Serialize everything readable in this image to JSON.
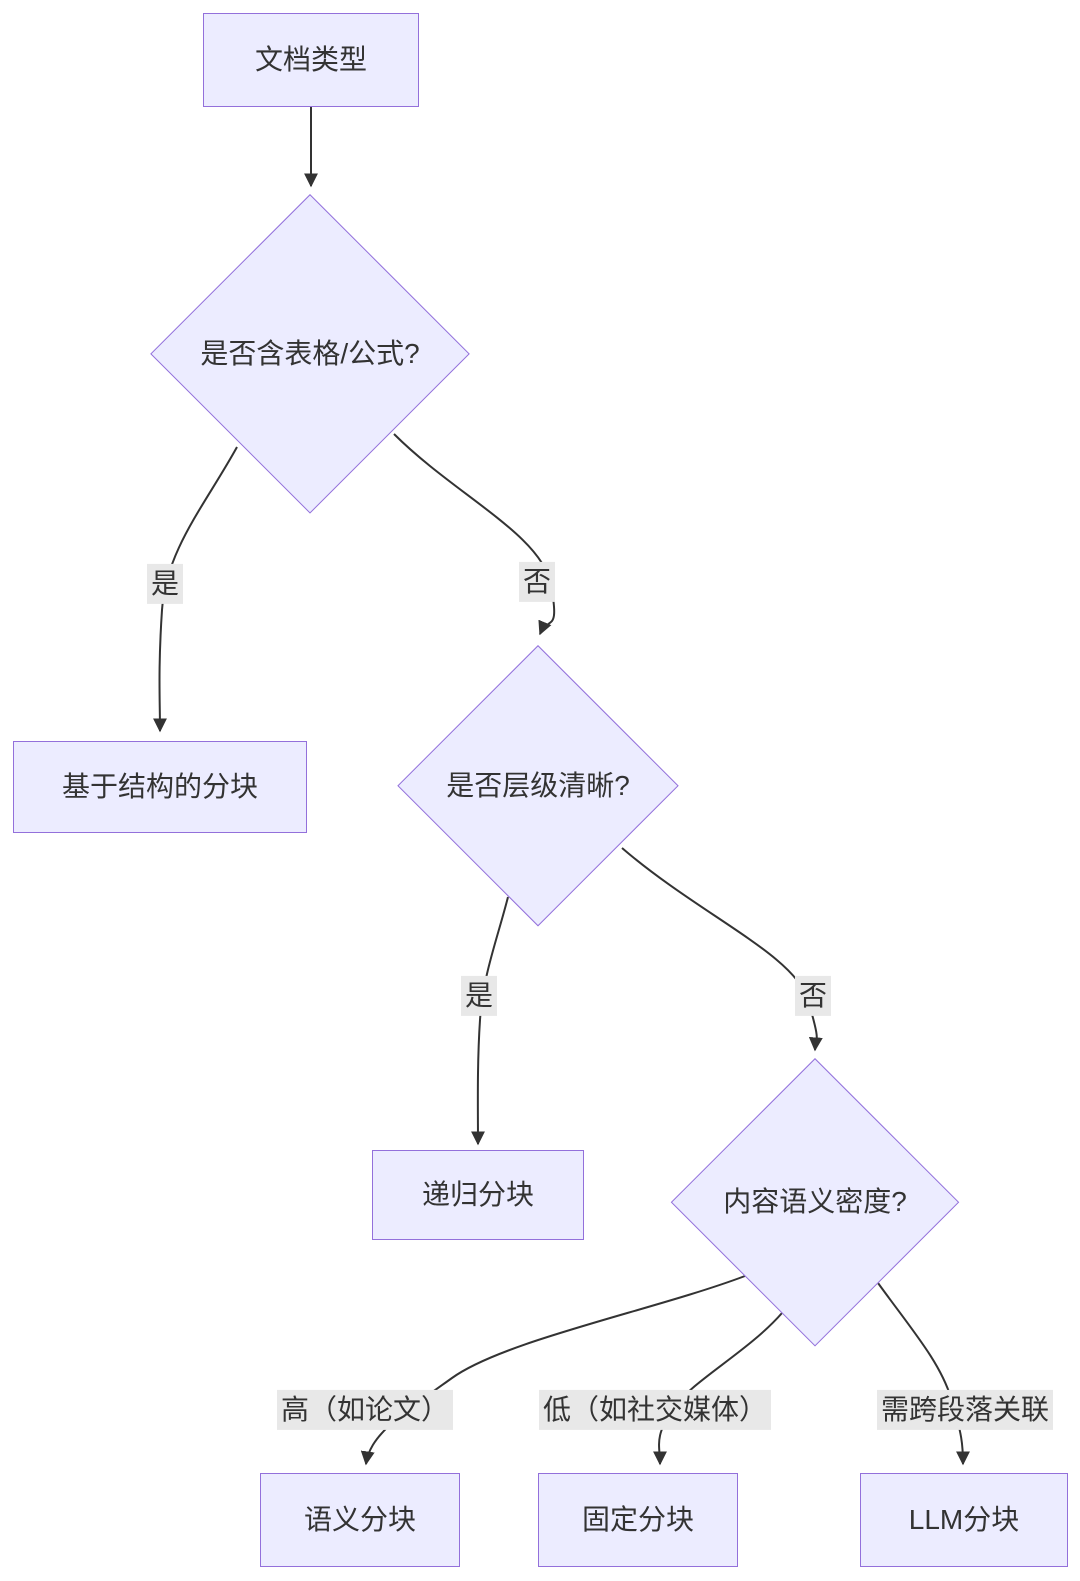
{
  "diagram": {
    "type": "flowchart-decision-tree",
    "nodes": {
      "doc_type": {
        "label": "文档类型",
        "shape": "rect"
      },
      "has_table_formula": {
        "label": "是否含表格/公式?",
        "shape": "diamond"
      },
      "structure_chunking": {
        "label": "基于结构的分块",
        "shape": "rect"
      },
      "clear_hierarchy": {
        "label": "是否层级清晰?",
        "shape": "diamond"
      },
      "recursive_chunking": {
        "label": "递归分块",
        "shape": "rect"
      },
      "semantic_density": {
        "label": "内容语义密度?",
        "shape": "diamond"
      },
      "semantic_chunking": {
        "label": "语义分块",
        "shape": "rect"
      },
      "fixed_chunking": {
        "label": "固定分块",
        "shape": "rect"
      },
      "llm_chunking": {
        "label": "LLM分块",
        "shape": "rect"
      }
    },
    "edges": [
      {
        "from": "doc_type",
        "to": "has_table_formula",
        "label": ""
      },
      {
        "from": "has_table_formula",
        "to": "structure_chunking",
        "label": "是"
      },
      {
        "from": "has_table_formula",
        "to": "clear_hierarchy",
        "label": "否"
      },
      {
        "from": "clear_hierarchy",
        "to": "recursive_chunking",
        "label": "是"
      },
      {
        "from": "clear_hierarchy",
        "to": "semantic_density",
        "label": "否"
      },
      {
        "from": "semantic_density",
        "to": "semantic_chunking",
        "label": "高（如论文）"
      },
      {
        "from": "semantic_density",
        "to": "fixed_chunking",
        "label": "低（如社交媒体）"
      },
      {
        "from": "semantic_density",
        "to": "llm_chunking",
        "label": "需跨段落关联"
      }
    ],
    "colors": {
      "node_fill": "#ECECFF",
      "node_border": "#9370DB",
      "edge_line": "#333333",
      "edge_label_bg": "#e8e8e8",
      "text": "#333333",
      "background": "#ffffff"
    }
  }
}
